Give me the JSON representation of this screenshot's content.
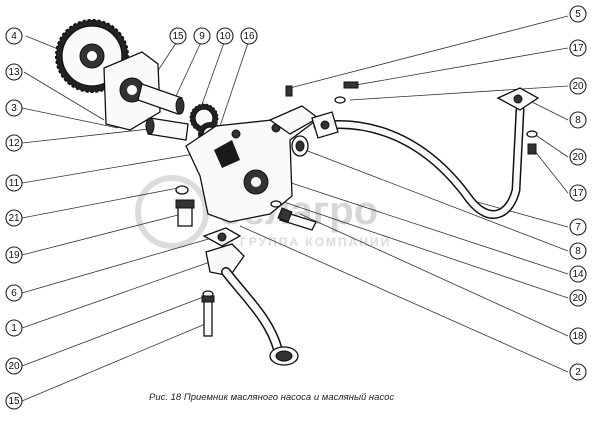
{
  "caption": "Рис. 18 Приемник масляного насоса и масляный насос",
  "watermark": {
    "brand": "белагро",
    "subtitle": "ГРУППА КОМПАНИЙ"
  },
  "callouts": [
    {
      "id": "c-4",
      "label": "4"
    },
    {
      "id": "c-13",
      "label": "13"
    },
    {
      "id": "c-3",
      "label": "3"
    },
    {
      "id": "c-12",
      "label": "12"
    },
    {
      "id": "c-11",
      "label": "11"
    },
    {
      "id": "c-21l",
      "label": "21"
    },
    {
      "id": "c-19",
      "label": "19"
    },
    {
      "id": "c-6",
      "label": "6"
    },
    {
      "id": "c-1",
      "label": "1"
    },
    {
      "id": "c-20l",
      "label": "20"
    },
    {
      "id": "c-15l",
      "label": "15"
    },
    {
      "id": "c-15t",
      "label": "15"
    },
    {
      "id": "c-9",
      "label": "9"
    },
    {
      "id": "c-10",
      "label": "10"
    },
    {
      "id": "c-16",
      "label": "16"
    },
    {
      "id": "c-5",
      "label": "5"
    },
    {
      "id": "c-17t",
      "label": "17"
    },
    {
      "id": "c-20t",
      "label": "20"
    },
    {
      "id": "c-8t",
      "label": "8"
    },
    {
      "id": "c-20m",
      "label": "20"
    },
    {
      "id": "c-17m",
      "label": "17"
    },
    {
      "id": "c-7",
      "label": "7"
    },
    {
      "id": "c-8b",
      "label": "8"
    },
    {
      "id": "c-14",
      "label": "14"
    },
    {
      "id": "c-20b",
      "label": "20"
    },
    {
      "id": "c-18",
      "label": "18"
    },
    {
      "id": "c-2",
      "label": "2"
    }
  ]
}
